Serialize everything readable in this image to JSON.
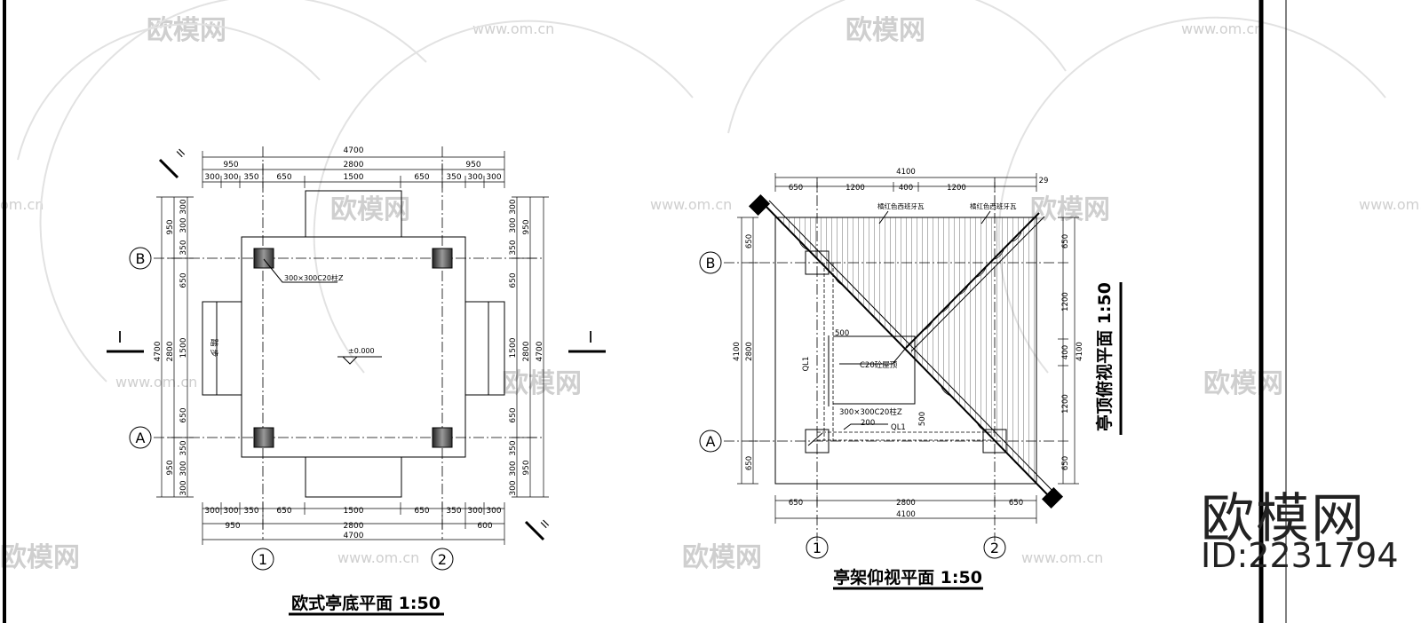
{
  "watermark": {
    "brand": "欧模网",
    "site": "www.om.cn",
    "site_partial": "om.cn"
  },
  "branding": {
    "logo_text": "欧模网",
    "id_text": "ID:2231794"
  },
  "plan_left": {
    "title": "欧式亭底平面 1:50",
    "top_dims": {
      "overall": "4700",
      "row2": [
        "950",
        "2800",
        "950"
      ],
      "row3": [
        "300",
        "300",
        "350",
        "650",
        "1500",
        "650",
        "350",
        "300",
        "300"
      ]
    },
    "bottom_dims": {
      "row1": [
        "300",
        "300",
        "350",
        "650",
        "1500",
        "650",
        "350",
        "300",
        "300"
      ],
      "row2": [
        "950",
        "2800",
        "600"
      ],
      "overall": "4700"
    },
    "left_dims": {
      "overall": "4700",
      "mid": [
        "950",
        "2800",
        "950"
      ],
      "inner": [
        "300",
        "300",
        "350",
        "650",
        "1500",
        "650",
        "350",
        "300",
        "300"
      ]
    },
    "right_dims": {
      "overall": "4700",
      "mid": [
        "950",
        "2800",
        "950"
      ],
      "inner": [
        "300",
        "300",
        "350",
        "650",
        "1500",
        "650",
        "350",
        "300",
        "300"
      ]
    },
    "column_note": "300×300C20柱Z",
    "elevation": "±0.000",
    "step_label": "踏  步",
    "section_i": "I",
    "section_ii": "II",
    "axis_labels": {
      "row_b": "B",
      "row_a": "A",
      "col_1": "1",
      "col_2": "2"
    }
  },
  "plan_mid": {
    "title": "亭架仰视平面 1:50",
    "top_dims": {
      "overall": "4100",
      "row": [
        "650",
        "1200",
        "400",
        "1200"
      ],
      "extra": "29"
    },
    "bottom_dims": {
      "row": [
        "650",
        "2800",
        "650"
      ],
      "overall": "4100"
    },
    "left_dims": {
      "overall": "4100",
      "mid": "2800",
      "inner": [
        "650",
        "650"
      ]
    },
    "right_dims": {
      "overall": "4100",
      "inner": [
        "650",
        "1200",
        "400",
        "1200",
        "650"
      ]
    },
    "notes": {
      "tile_left": "橘红色西班牙瓦",
      "tile_right": "橘红色西班牙瓦",
      "roof": "C20砼屋顶",
      "column": "300×300C20柱Z",
      "beam_v": "QL1",
      "beam_h": "QL1",
      "d500a": "500",
      "d500b": "500",
      "d200": "200"
    },
    "axis_labels": {
      "row_b": "B",
      "row_a": "A",
      "col_1": "1",
      "col_2": "2"
    }
  },
  "plan_right": {
    "title": "亭顶俯视平面 1:50"
  }
}
